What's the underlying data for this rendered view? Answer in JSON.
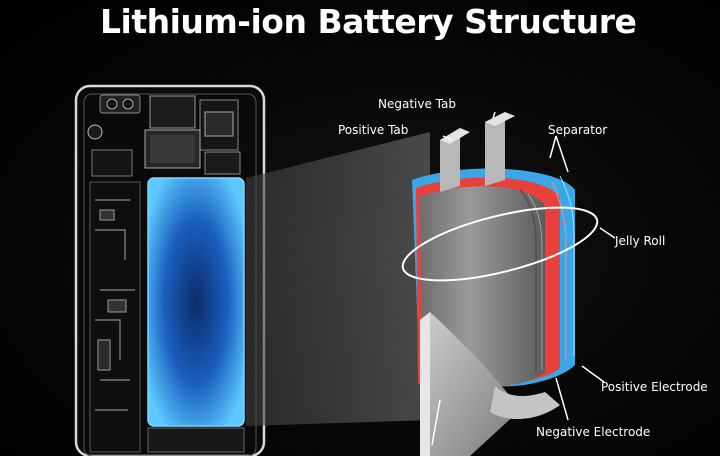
{
  "title": "Lithium-ion Battery Structure",
  "labels": {
    "negative_tab": "Negative Tab",
    "positive_tab": "Positive Tab",
    "separator": "Separator",
    "jelly_roll": "Jelly Roll",
    "positive_electrode": "Positive Electrode",
    "negative_electrode": "Negative Electrode"
  },
  "colors": {
    "background": "#000000",
    "battery_glow": "#2f8fe8",
    "separator_blue": "#3aa8e8",
    "electrode_red": "#e8403a",
    "roll_gray": "#8a8a8a",
    "tab_gray": "#b8b8b8"
  }
}
